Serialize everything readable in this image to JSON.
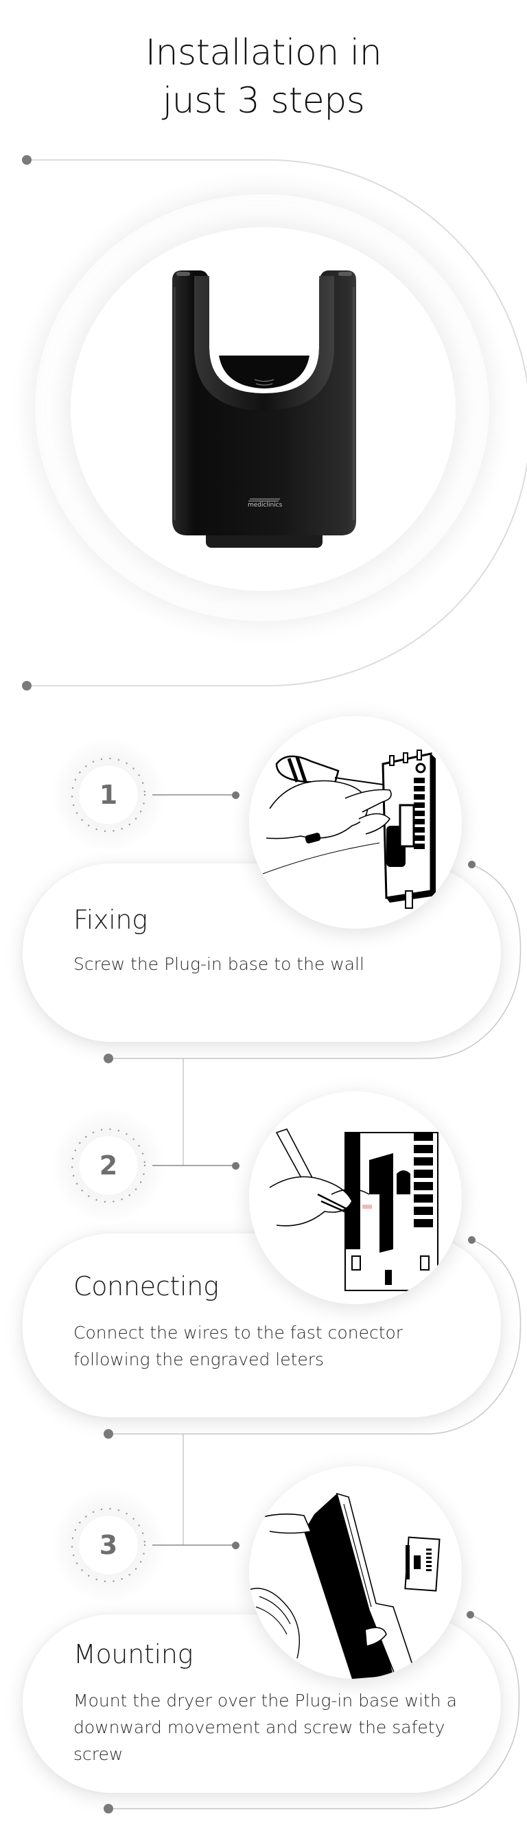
{
  "header": {
    "title_line1": "Installation in",
    "title_line2": "just 3 steps"
  },
  "product": {
    "name": "hand dryer",
    "brand_logo_text": "mediclinics",
    "body_color": "#141414"
  },
  "steps": [
    {
      "number": "1",
      "title": "Fixing",
      "description": "Screw the Plug-in base to the wall",
      "illustration": "hands-screwing-plug-in-base-to-wall"
    },
    {
      "number": "2",
      "title": "Connecting",
      "description": "Connect the wires to the fast conector following the engraved leters",
      "illustration": "hands-connecting-wires-to-connector"
    },
    {
      "number": "3",
      "title": "Mounting",
      "description": "Mount the dryer over the Plug-in base with a downward movement and screw the safety screw",
      "illustration": "person-mounting-dryer-over-base"
    }
  ],
  "colors": {
    "background": "#ffffff",
    "text": "#111111",
    "connector_line": "#d6d6d6",
    "connector_dot": "#7a7a7a",
    "badge_number": "#6e6e6e"
  }
}
